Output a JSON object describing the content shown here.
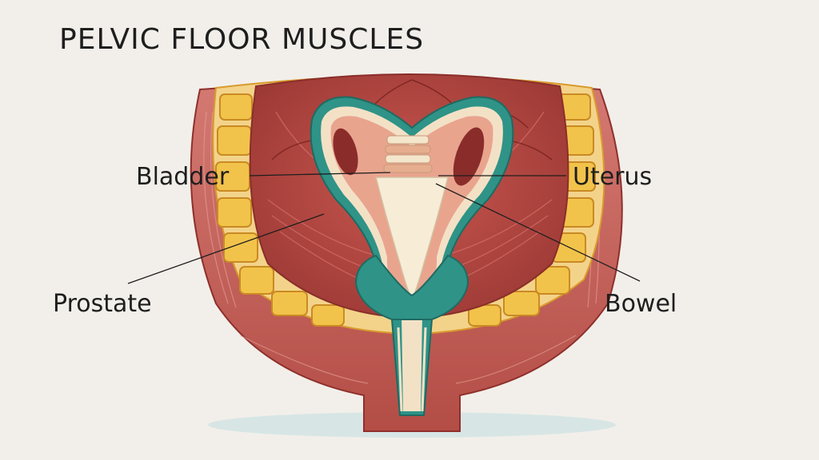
{
  "title": "PELVIC FLOOR MUSCLES",
  "labels": {
    "bladder": "Bladder",
    "uterus": "Uterus",
    "prostate": "Prostate",
    "bowel": "Bowel"
  },
  "colors": {
    "background": "#f2efea",
    "muscle": "#b8463f",
    "fat": "#f2c34b",
    "teal": "#2f9387",
    "pink": "#e9a48e"
  }
}
